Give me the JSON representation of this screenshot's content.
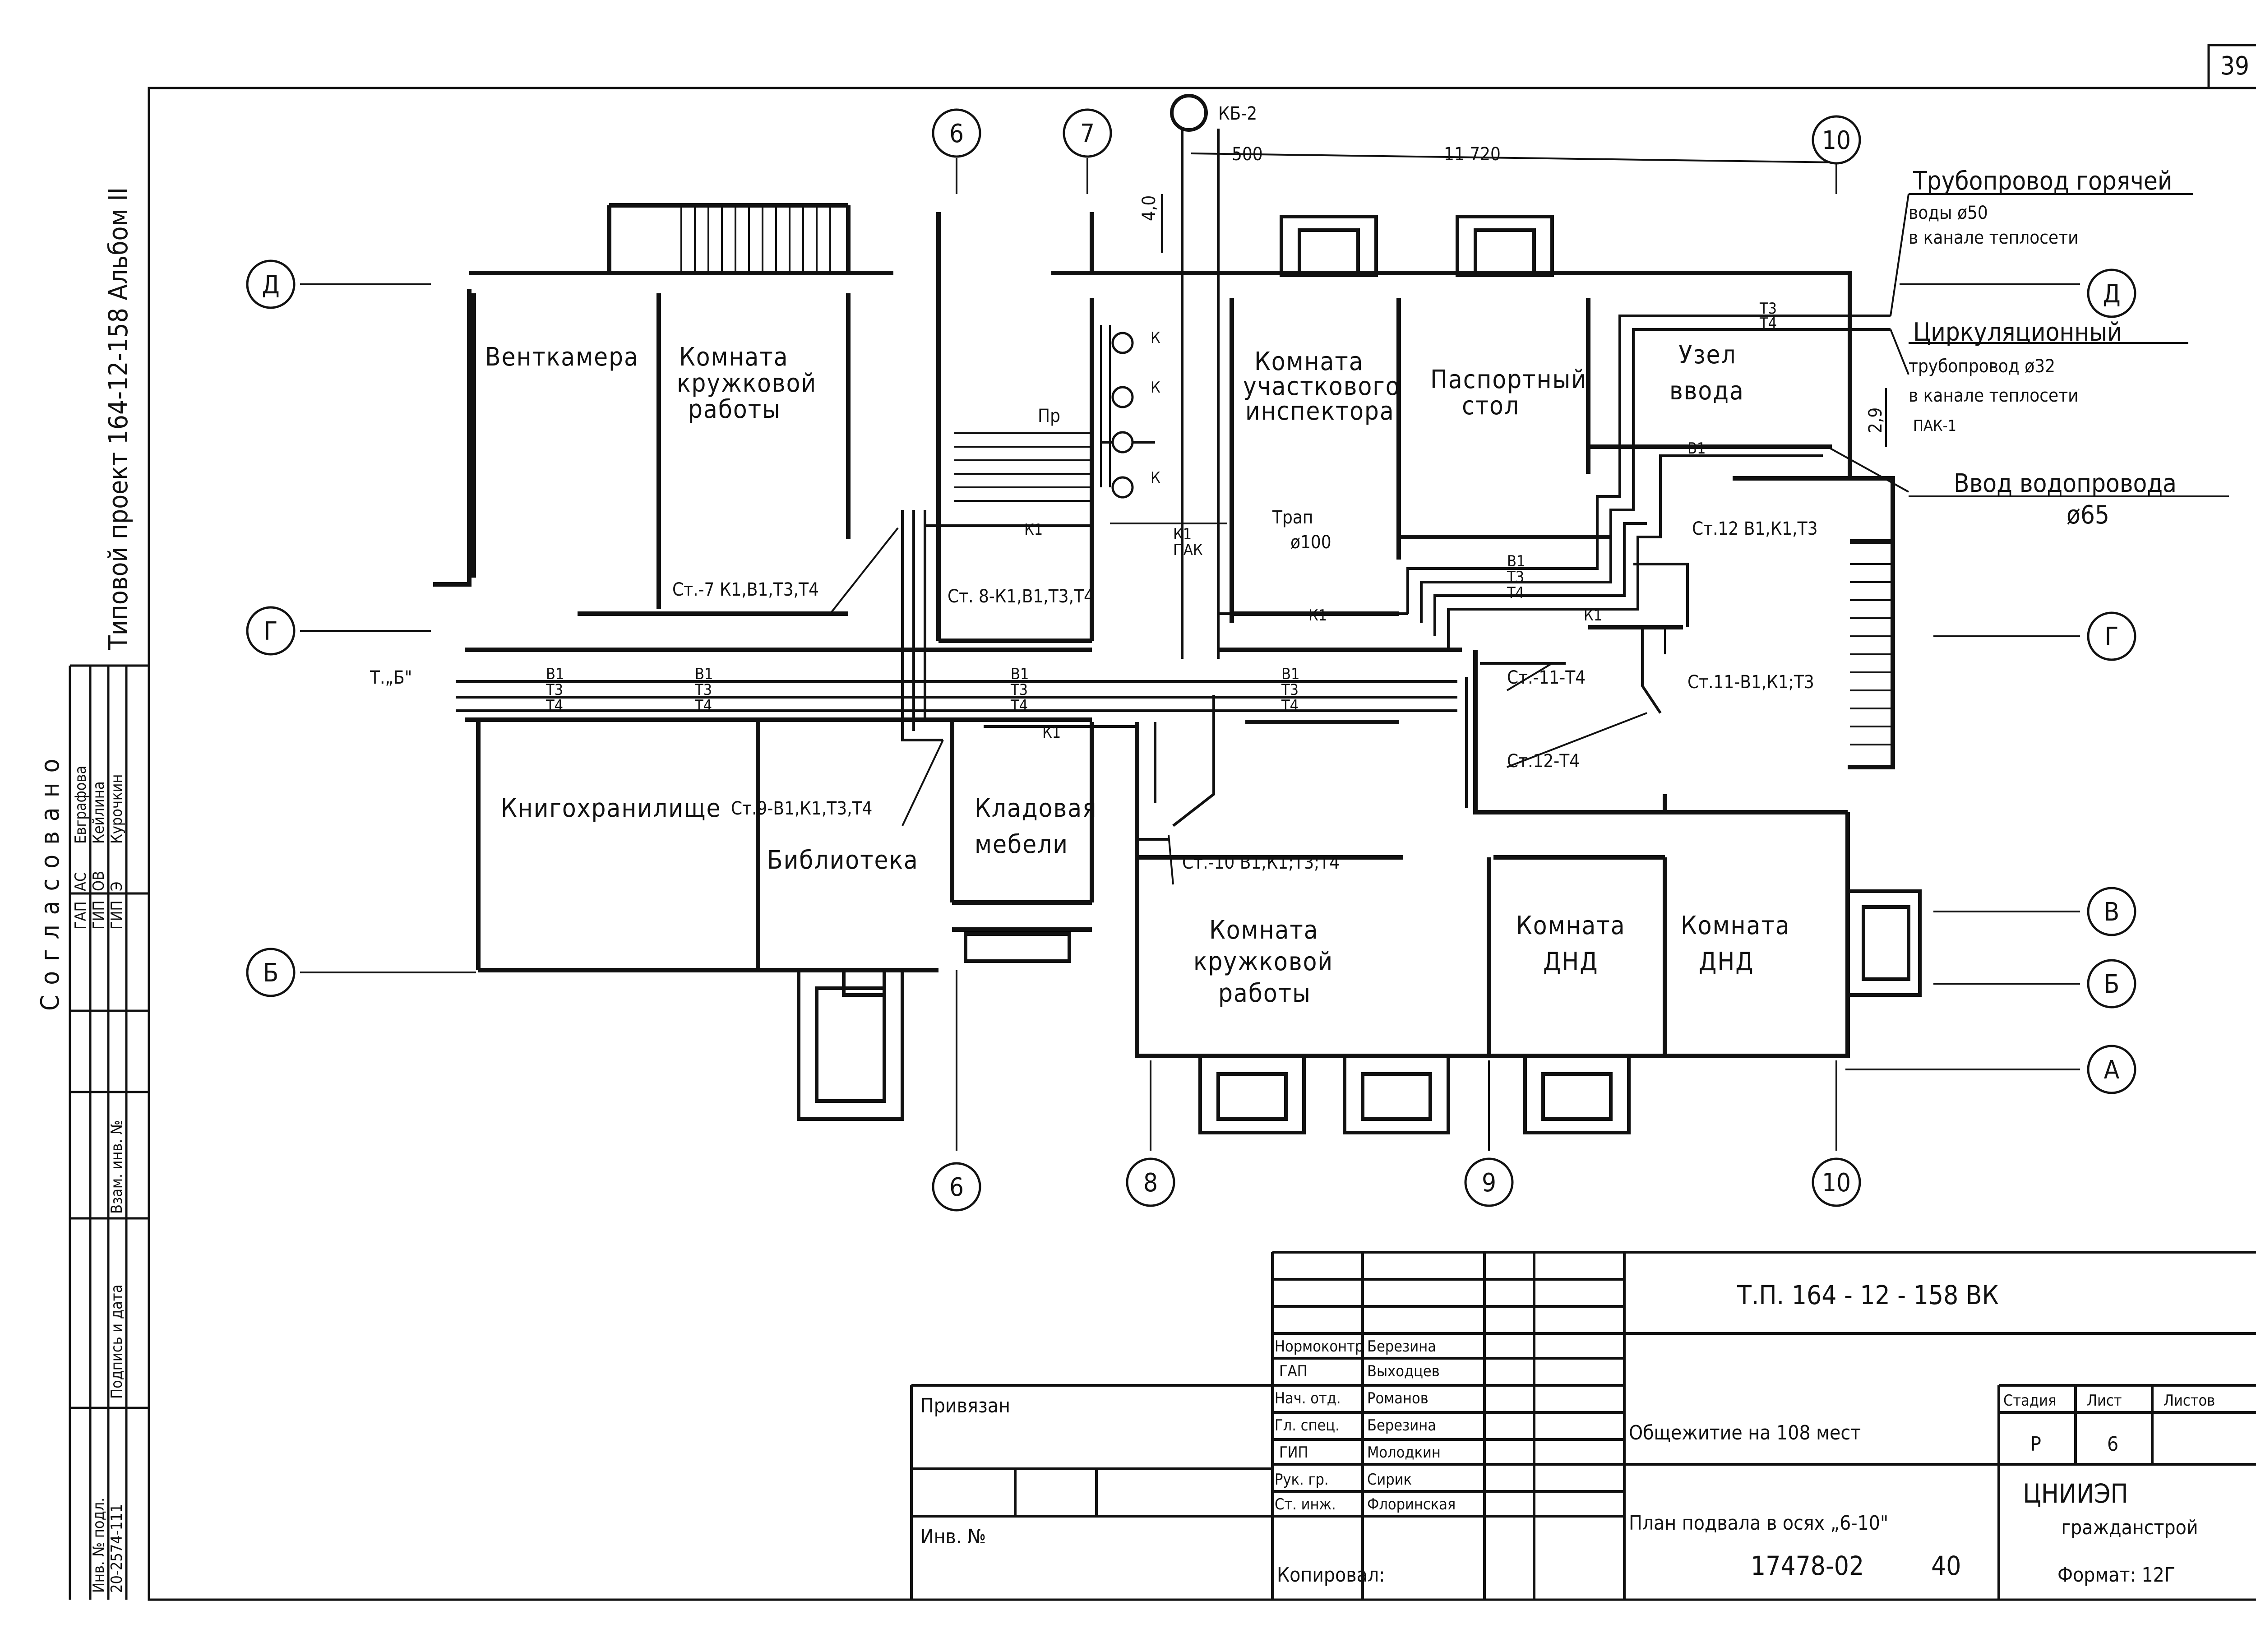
{
  "sheet": {
    "page_number": "39",
    "side_title": "Типовой проект 164-12-158 Альбом II",
    "approval_title": "Согласовано",
    "approvals": [
      {
        "role": "ГАП",
        "dept": "АС",
        "name": "Евграфова"
      },
      {
        "role": "ГИП",
        "dept": "ОВ",
        "name": "Кейлина"
      },
      {
        "role": "ГИП",
        "dept": "Э",
        "name": "Курочкин"
      }
    ],
    "side_labels": {
      "swap_inv": "Взам. инв. №",
      "sign_date": "Подпись и дата",
      "inv_orig": "Инв. № подл.",
      "inv_orig_value": "20-2574-111"
    }
  },
  "plan": {
    "axes": {
      "a6": "6",
      "a7": "7",
      "a8": "8",
      "a9": "9",
      "a10": "10",
      "D": "Д",
      "G": "Г",
      "V": "В",
      "B": "Б",
      "A": "А"
    },
    "dims": {
      "d500": "500",
      "d11720": "11 720",
      "d40": "4,0",
      "d29": "2,9"
    },
    "well": "КБ-2",
    "rooms": {
      "ventkamera": "Венткамера",
      "kruzhok1_l1": "Комната",
      "kruzhok1_l2": "кружковой",
      "kruzhok1_l3": "работы",
      "inspektor_l1": "Комната",
      "inspektor_l2": "участкового",
      "inspektor_l3": "инспектора",
      "pasport_l1": "Паспортный",
      "pasport_l2": "стол",
      "uzel_l1": "Узел",
      "uzel_l2": "ввода",
      "knigohran": "Книгохранилище",
      "biblioteka": "Библиотека",
      "kladovaya_l1": "Кладовая",
      "kladovaya_l2": "мебели",
      "kruzhok2_l1": "Комната",
      "kruzhok2_l2": "кружковой",
      "kruzhok2_l3": "работы",
      "dnd1_l1": "Комната",
      "dnd1_l2": "ДНД",
      "dnd2_l1": "Комната",
      "dnd2_l2": "ДНД"
    },
    "callouts": {
      "hot_l1": "Трубопровод горячей",
      "hot_l2": "воды ø50",
      "hot_l3": "в канале теплосети",
      "circ_l1": "Циркуляционный",
      "circ_l2": "трубопровод ø32",
      "circ_l3": "в канале теплосети",
      "pak1": "ПАК-1",
      "vvod_l1": "Ввод водопровода",
      "vvod_l2": "ø65",
      "trap_l1": "Трап",
      "trap_l2": "ø100",
      "pr": "Пр",
      "k1": "К1",
      "pak": "ПАК",
      "tb": "Т.„Б\""
    },
    "risers": {
      "st7": "Ст.-7 К1,В1,Т3,Т4",
      "st8": "Ст. 8-К1,В1,Т3,Т4",
      "st9": "Ст.9-В1,К1,Т3,Т4",
      "st10": "Ст.-10 В1,К1;Т3;Т4",
      "st11a": "Ст.-11-Т4",
      "st11b": "Ст.11-В1,К1;Т3",
      "st12a": "Ст.12 В1,К1,Т3",
      "st12b": "Ст.12-Т4"
    },
    "pipe_codes": {
      "v1": "В1",
      "t3": "Т3",
      "t4": "Т4",
      "k1": "К1",
      "k": "К"
    }
  },
  "title_block": {
    "designation": "Т.П. 164 - 12 - 158 ВК",
    "object": "Общежитие на 108 мест",
    "sheet_title": "План подвала в осях „6-10\"",
    "org_l1": "ЦНИИЭП",
    "org_l2": "гражданстрой",
    "stage_label": "Стадия",
    "sheet_label": "Лист",
    "sheets_label": "Листов",
    "stage": "Р",
    "sheet_no": "6",
    "privyazan": "Привязан",
    "inv_no": "Инв. №",
    "signatures": [
      {
        "role": "Нормоконтр",
        "name": "Березина"
      },
      {
        "role": "ГАП",
        "name": "Выходцев"
      },
      {
        "role": "Нач. отд.",
        "name": "Романов"
      },
      {
        "role": "Гл. спец.",
        "name": "Березина"
      },
      {
        "role": "ГИП",
        "name": "Молодкин"
      },
      {
        "role": "Рук. гр.",
        "name": "Сирик"
      },
      {
        "role": "Ст. инж.",
        "name": "Флоринская"
      }
    ],
    "copied": "Копировал:",
    "order_no": "17478-02",
    "order_sheet": "40",
    "format": "Формат: 12Г"
  },
  "colors": {
    "ink": "#111111",
    "paper": "#ffffff"
  }
}
